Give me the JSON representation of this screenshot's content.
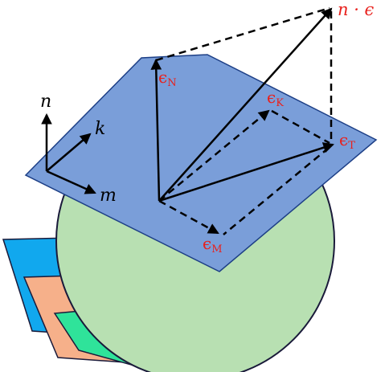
{
  "colors": {
    "plane_fill": "#7a9ed9",
    "plane_stroke": "#1d3f86",
    "sphere_fill": "#b8e0b2",
    "sphere_stroke": "#1a1a3a",
    "sheet_blue": "#11a8ee",
    "sheet_orange": "#f6b08a",
    "sheet_green": "#2fe39a",
    "label_red": "#e8201c"
  },
  "labels": {
    "n_eps": "n · ϵ",
    "eps_N": "ϵ",
    "eps_N_sub": "N",
    "eps_K": "ϵ",
    "eps_K_sub": "K",
    "eps_T": "ϵ",
    "eps_T_sub": "T",
    "eps_M": "ϵ",
    "eps_M_sub": "M",
    "axis_n": "n",
    "axis_k": "k",
    "axis_m": "m"
  }
}
